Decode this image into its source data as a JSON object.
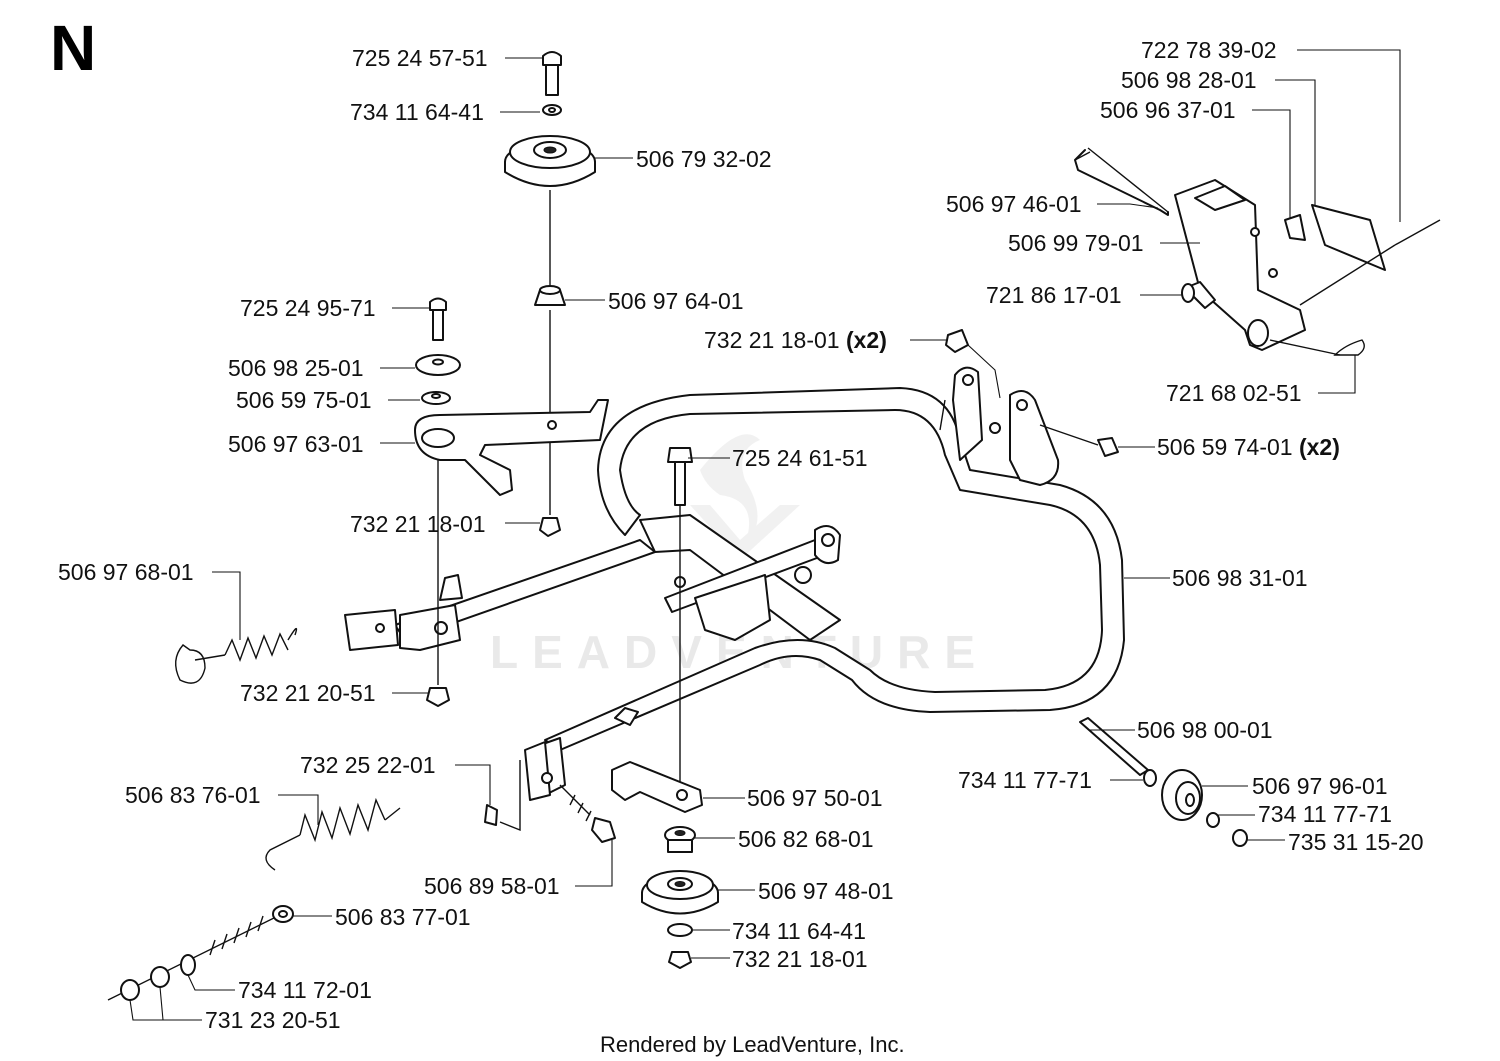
{
  "section_letter": "N",
  "watermark": "LEADVENTURE",
  "footer": "Rendered by LeadVenture, Inc.",
  "callouts": [
    {
      "id": "c1",
      "part": "725 24 57-51"
    },
    {
      "id": "c2",
      "part": "734 11 64-41"
    },
    {
      "id": "c3",
      "part": "506 79 32-02"
    },
    {
      "id": "c4",
      "part": "506 97 64-01"
    },
    {
      "id": "c5",
      "part": "725 24 95-71"
    },
    {
      "id": "c6",
      "part": "506 98 25-01"
    },
    {
      "id": "c7",
      "part": "506 59 75-01"
    },
    {
      "id": "c8",
      "part": "506 97 63-01"
    },
    {
      "id": "c9",
      "part": "732 21 18-01"
    },
    {
      "id": "c10",
      "part": "506 97 68-01"
    },
    {
      "id": "c11",
      "part": "732 21 20-51"
    },
    {
      "id": "c12",
      "part": "732 25 22-01"
    },
    {
      "id": "c13",
      "part": "506 83 76-01"
    },
    {
      "id": "c14",
      "part": "506 89 58-01"
    },
    {
      "id": "c15",
      "part": "506 83 77-01"
    },
    {
      "id": "c16",
      "part": "734 11 72-01"
    },
    {
      "id": "c17",
      "part": "731 23 20-51"
    },
    {
      "id": "c18",
      "part": "725 24 61-51"
    },
    {
      "id": "c19",
      "part": "506 97 50-01"
    },
    {
      "id": "c20",
      "part": "506 82 68-01"
    },
    {
      "id": "c21",
      "part": "506 97 48-01"
    },
    {
      "id": "c22",
      "part": "734 11 64-41"
    },
    {
      "id": "c23",
      "part": "732 21 18-01"
    },
    {
      "id": "c24",
      "part": "732 21 18-01",
      "suffix": "(x2)"
    },
    {
      "id": "c25",
      "part": "506 59 74-01",
      "suffix": "(x2)"
    },
    {
      "id": "c26",
      "part": "506 98 31-01"
    },
    {
      "id": "c27",
      "part": "722 78 39-02"
    },
    {
      "id": "c28",
      "part": "506 98 28-01"
    },
    {
      "id": "c29",
      "part": "506 96 37-01"
    },
    {
      "id": "c30",
      "part": "506 97 46-01"
    },
    {
      "id": "c31",
      "part": "506 99 79-01"
    },
    {
      "id": "c32",
      "part": "721 86 17-01"
    },
    {
      "id": "c33",
      "part": "721 68 02-51"
    },
    {
      "id": "c34",
      "part": "506 98 00-01"
    },
    {
      "id": "c35",
      "part": "734 11 77-71"
    },
    {
      "id": "c36",
      "part": "506 97 96-01"
    },
    {
      "id": "c37",
      "part": "734 11 77-71"
    },
    {
      "id": "c38",
      "part": "735 31 15-20"
    }
  ]
}
